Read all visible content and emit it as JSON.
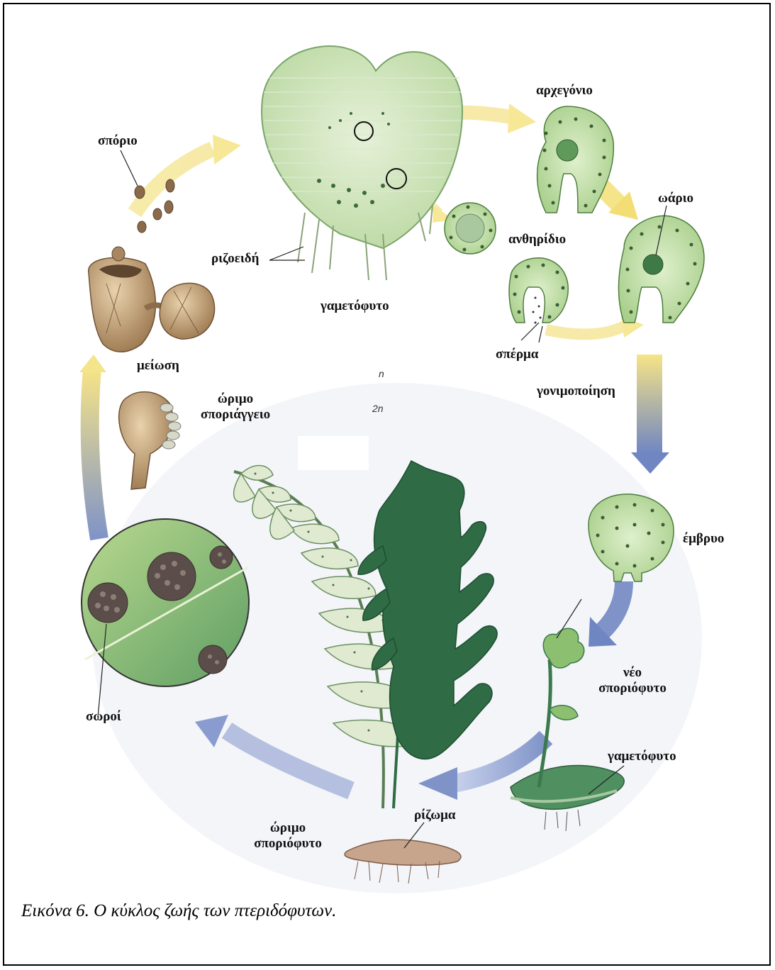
{
  "labels": {
    "sporio": "σπόριο",
    "rizoeidi": "ριζοειδή",
    "gametofyto_top": "γαμετόφυτο",
    "archegonio": "αρχεγόνιο",
    "anthiridio": "ανθηρίδιο",
    "oario": "ωάριο",
    "sperma": "σπέρμα",
    "meiosi": "μείωση",
    "gonimopoiisi": "γονιμοποίηση",
    "orimo_sporaggeio_1": "ώριμο",
    "orimo_sporaggeio_2": "σποριάγγειο",
    "embryo": "έμβρυο",
    "soroi": "σωροί",
    "neo_sporofyto_1": "νέο",
    "neo_sporofyto_2": "σποριόφυτο",
    "gametofyto_bottom": "γαμετόφυτο",
    "rizoma": "ρίζωμα",
    "orimo_sporofyto_1": "ώριμο",
    "orimo_sporofyto_2": "σποριόφυτο",
    "ploidy_n": "n",
    "ploidy_2n": "2n"
  },
  "caption": "Εικόνα 6. Ο κύκλος ζωής των πτεριδόφυτων.",
  "colors": {
    "haploid_arrow": "#f5e27a",
    "diploid_arrow": "#7f93c8",
    "gametophyte_fill": "#d9ebc6",
    "cell_fill": "#c9e3b0",
    "frond_dark": "#2f6b45",
    "frond_light": "#d8e6c0",
    "sporangium": "#b9946a"
  }
}
